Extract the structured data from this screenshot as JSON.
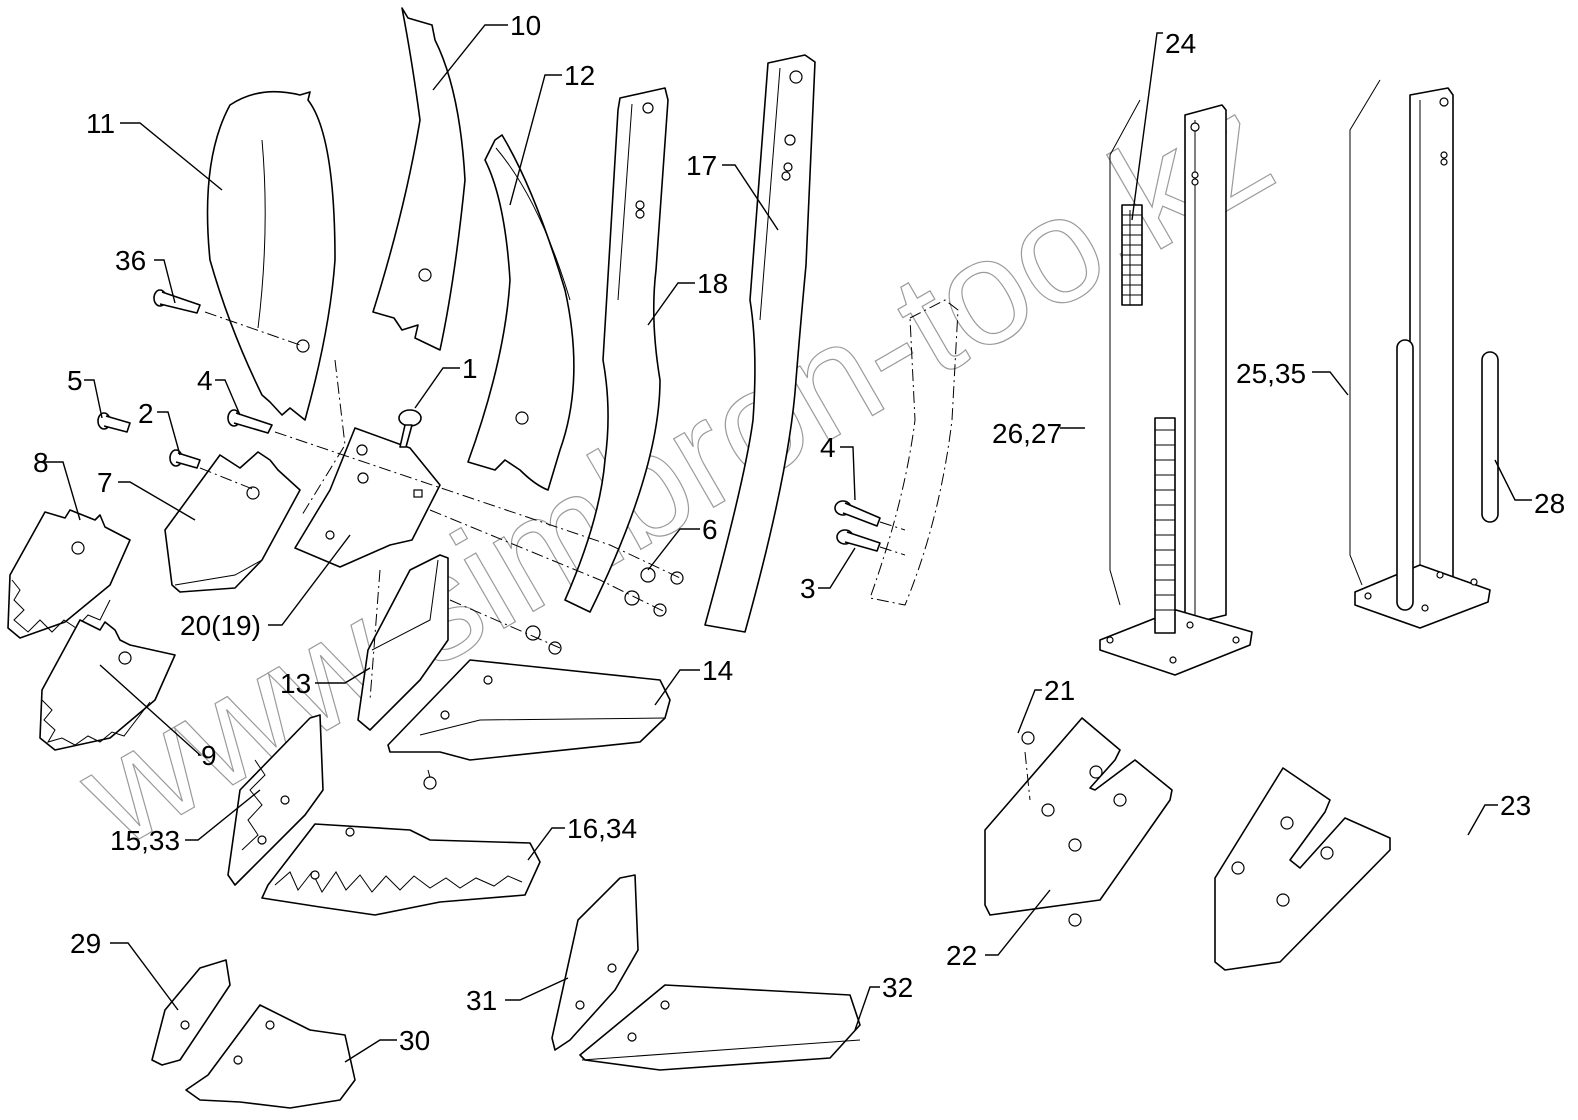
{
  "diagram": {
    "type": "exploded-parts-diagram",
    "subject": "plough / cultivator shank and share assembly",
    "watermark": "www.simbron-too.kz",
    "callouts": [
      {
        "id": "c1",
        "text": "1"
      },
      {
        "id": "c2",
        "text": "2"
      },
      {
        "id": "c3",
        "text": "3"
      },
      {
        "id": "c4a",
        "text": "4"
      },
      {
        "id": "c4b",
        "text": "4"
      },
      {
        "id": "c5",
        "text": "5"
      },
      {
        "id": "c6",
        "text": "6"
      },
      {
        "id": "c7",
        "text": "7"
      },
      {
        "id": "c8",
        "text": "8"
      },
      {
        "id": "c9",
        "text": "9"
      },
      {
        "id": "c10",
        "text": "10"
      },
      {
        "id": "c11",
        "text": "11"
      },
      {
        "id": "c12",
        "text": "12"
      },
      {
        "id": "c13",
        "text": "13"
      },
      {
        "id": "c14",
        "text": "14"
      },
      {
        "id": "c15",
        "text": "15,33"
      },
      {
        "id": "c16",
        "text": "16,34"
      },
      {
        "id": "c17",
        "text": "17"
      },
      {
        "id": "c18",
        "text": "18"
      },
      {
        "id": "c20",
        "text": "20(19)"
      },
      {
        "id": "c21",
        "text": "21"
      },
      {
        "id": "c22",
        "text": "22"
      },
      {
        "id": "c23",
        "text": "23"
      },
      {
        "id": "c24",
        "text": "24"
      },
      {
        "id": "c25",
        "text": "25,35"
      },
      {
        "id": "c26",
        "text": "26,27"
      },
      {
        "id": "c28",
        "text": "28"
      },
      {
        "id": "c29",
        "text": "29"
      },
      {
        "id": "c30",
        "text": "30"
      },
      {
        "id": "c31",
        "text": "31"
      },
      {
        "id": "c32",
        "text": "32"
      },
      {
        "id": "c36",
        "text": "36"
      }
    ]
  }
}
